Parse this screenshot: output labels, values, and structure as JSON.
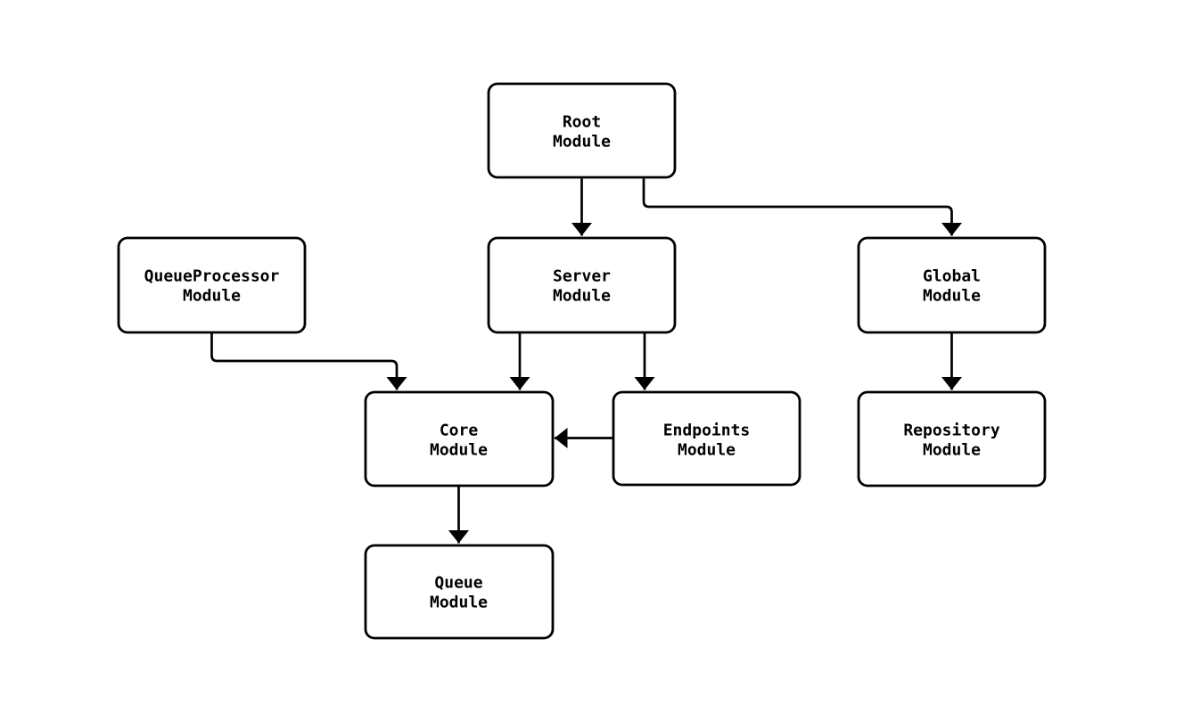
{
  "diagram": {
    "type": "flowchart",
    "direction": "top-down",
    "background_color": "#ffffff",
    "node_style": {
      "fill_color": "#ffffff",
      "border_color": "#000000",
      "text_color": "#000000",
      "corner": "rounded"
    },
    "edge_style": {
      "line_color": "#000000",
      "arrowhead": "filled-triangle"
    },
    "nodes": [
      {
        "id": "root",
        "lines": [
          "Root",
          "Module"
        ]
      },
      {
        "id": "queueprocessor",
        "lines": [
          "QueueProcessor",
          "Module"
        ]
      },
      {
        "id": "server",
        "lines": [
          "Server",
          "Module"
        ]
      },
      {
        "id": "global",
        "lines": [
          "Global",
          "Module"
        ]
      },
      {
        "id": "core",
        "lines": [
          "Core",
          "Module"
        ]
      },
      {
        "id": "endpoints",
        "lines": [
          "Endpoints",
          "Module"
        ]
      },
      {
        "id": "repository",
        "lines": [
          "Repository",
          "Module"
        ]
      },
      {
        "id": "queue",
        "lines": [
          "Queue",
          "Module"
        ]
      }
    ],
    "edges": [
      {
        "from": "root",
        "to": "server"
      },
      {
        "from": "root",
        "to": "global"
      },
      {
        "from": "queueprocessor",
        "to": "core"
      },
      {
        "from": "server",
        "to": "core"
      },
      {
        "from": "server",
        "to": "endpoints"
      },
      {
        "from": "endpoints",
        "to": "core"
      },
      {
        "from": "global",
        "to": "repository"
      },
      {
        "from": "core",
        "to": "queue"
      }
    ]
  }
}
